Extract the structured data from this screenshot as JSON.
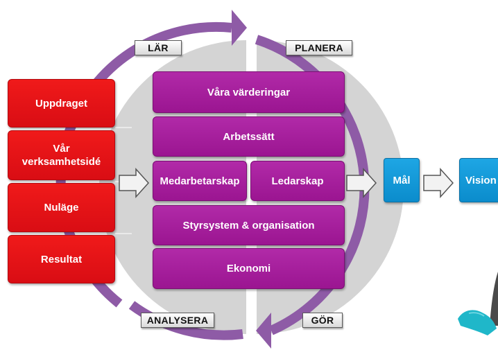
{
  "left_boxes": [
    "Uppdraget",
    "Vår\nverksamhetsidé",
    "Nuläge",
    "Resultat"
  ],
  "center_boxes": {
    "values": "Våra värderingar",
    "working_methods": "Arbetssätt",
    "employeeship": "Medarbetarskap",
    "leadership": "Ledarskap",
    "governance": "Styrsystem & organisation",
    "economy": "Ekonomi"
  },
  "goal": "Mål",
  "vision": "Vision",
  "cycle_labels": {
    "learn": "LÄR",
    "plan": "PLANERA",
    "analyze": "ANALYSERA",
    "do": "GÖR"
  },
  "colors": {
    "red": "#e3141b",
    "purple": "#a51c9b",
    "blue": "#1197d8",
    "cycle_arrow": "#8e5ba6",
    "circle": "#d4d4d4"
  }
}
